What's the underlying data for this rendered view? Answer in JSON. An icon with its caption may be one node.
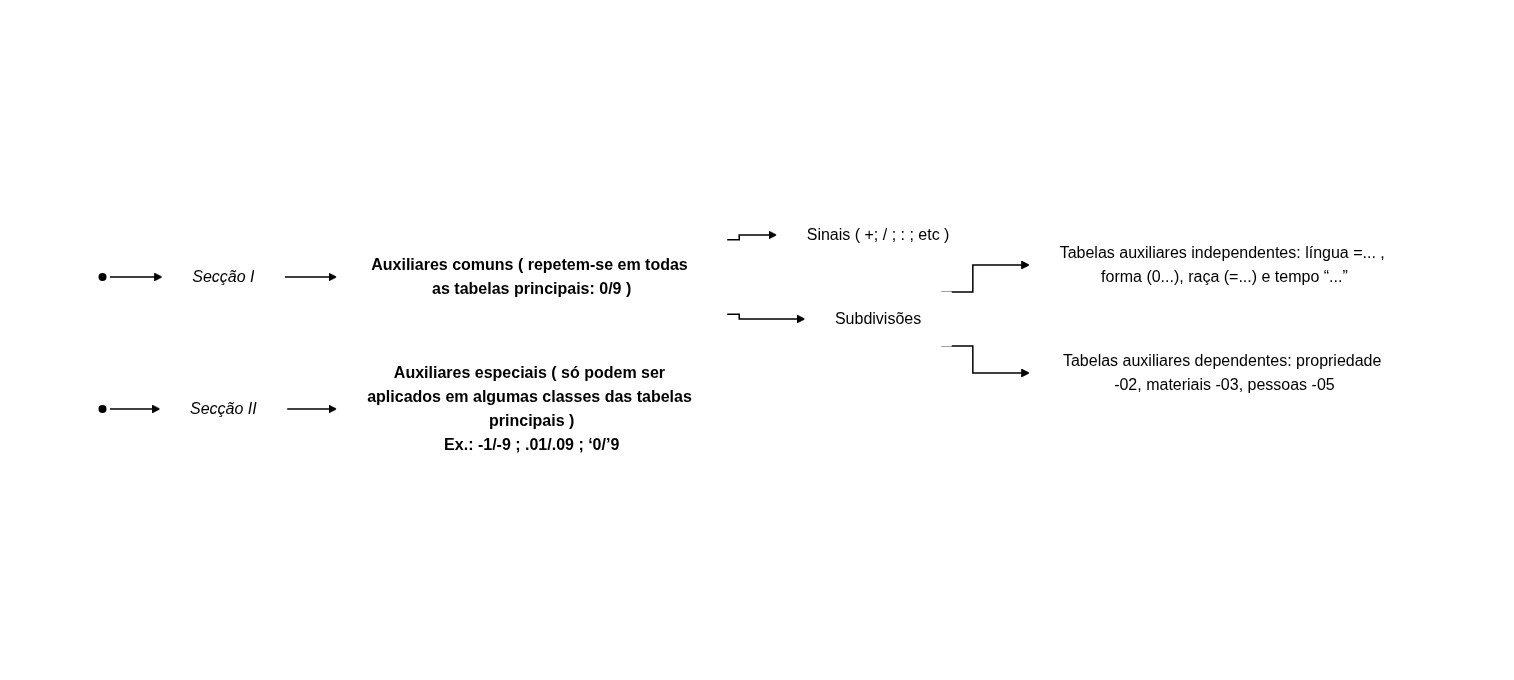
{
  "diagram": {
    "nodes": [
      {
        "text": [
          "Secção I"
        ]
      },
      {
        "text": [
          "Auxiliares comuns ( repetem-se em todas as tabelas principais: 0/9 )"
        ]
      },
      {
        "text": [
          "Sinais ( +; / ; : ; etc )"
        ]
      },
      {
        "text": [
          "Subdivisões"
        ]
      },
      {
        "text": [
          "Tabelas auxiliares independentes: língua =... , forma (0...), raça (=...) e tempo “...”"
        ]
      },
      {
        "text": [
          "Tabelas auxiliares dependentes: propriedade -02, materiais -03, pessoas -05"
        ]
      },
      {
        "text": [
          "Secção II"
        ]
      },
      {
        "text": [
          "Auxiliares especiais ( só podem ser aplicados em algumas classes das tabelas principais )",
          "Ex.: -1/-9 ; .01/.09 ; ‘0/’9"
        ]
      }
    ],
    "edges": [
      {
        "from": null,
        "to": 0,
        "arrow": "to"
      },
      {
        "from": 0,
        "to": 1,
        "arrow": "to"
      },
      {
        "from": 1,
        "to": 2,
        "arrow": "to"
      },
      {
        "from": 1,
        "to": 3,
        "arrow": "to"
      },
      {
        "from": 3,
        "to": 4,
        "arrow": "to"
      },
      {
        "from": 3,
        "to": 5,
        "arrow": "to"
      },
      {
        "from": null,
        "to": 6,
        "arrow": "to"
      },
      {
        "from": 6,
        "to": 7,
        "arrow": "to"
      }
    ]
  }
}
